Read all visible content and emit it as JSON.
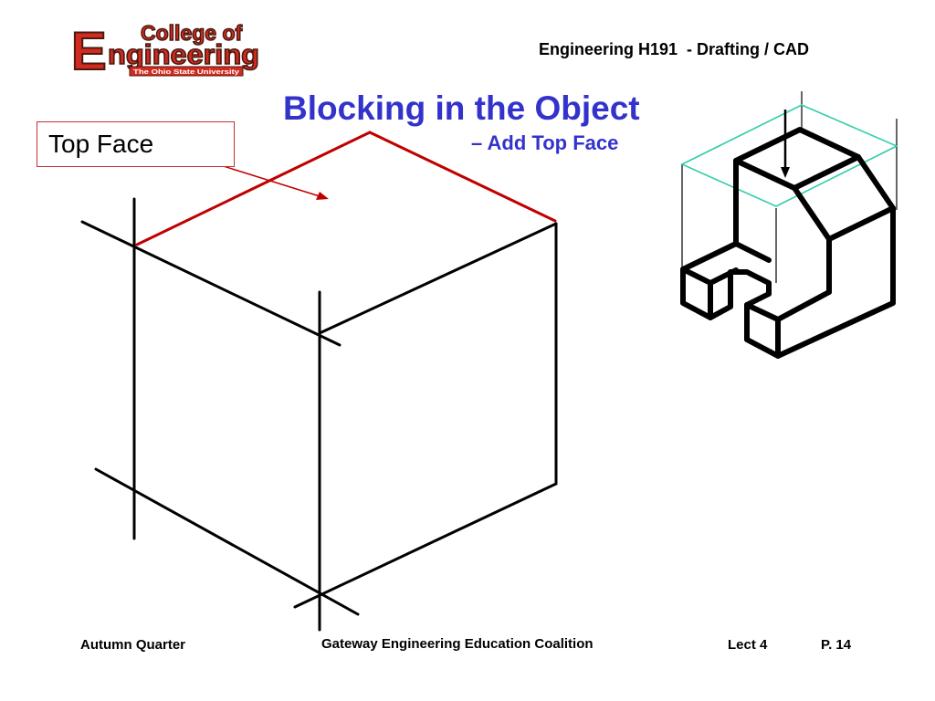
{
  "logo": {
    "letter_big": "E",
    "word_top": "College of",
    "word_main": "ngineering",
    "tagline": "The Ohio State University"
  },
  "header": {
    "course_title": "Engineering H191  - Drafting / CAD"
  },
  "slide": {
    "title": "Blocking in the Object",
    "subtitle": "– Add Top Face",
    "callout_label": "Top Face"
  },
  "footer": {
    "left": "Autumn Quarter",
    "center": "Gateway Engineering Education Coalition",
    "lecture": "Lect 4",
    "page": "P. 14"
  },
  "colors": {
    "title_blue": "#3333cc",
    "top_face_red": "#c00000",
    "callout_border": "#c0322e",
    "box_cyan": "#33ccaa",
    "logo_red": "#d32a1f"
  }
}
